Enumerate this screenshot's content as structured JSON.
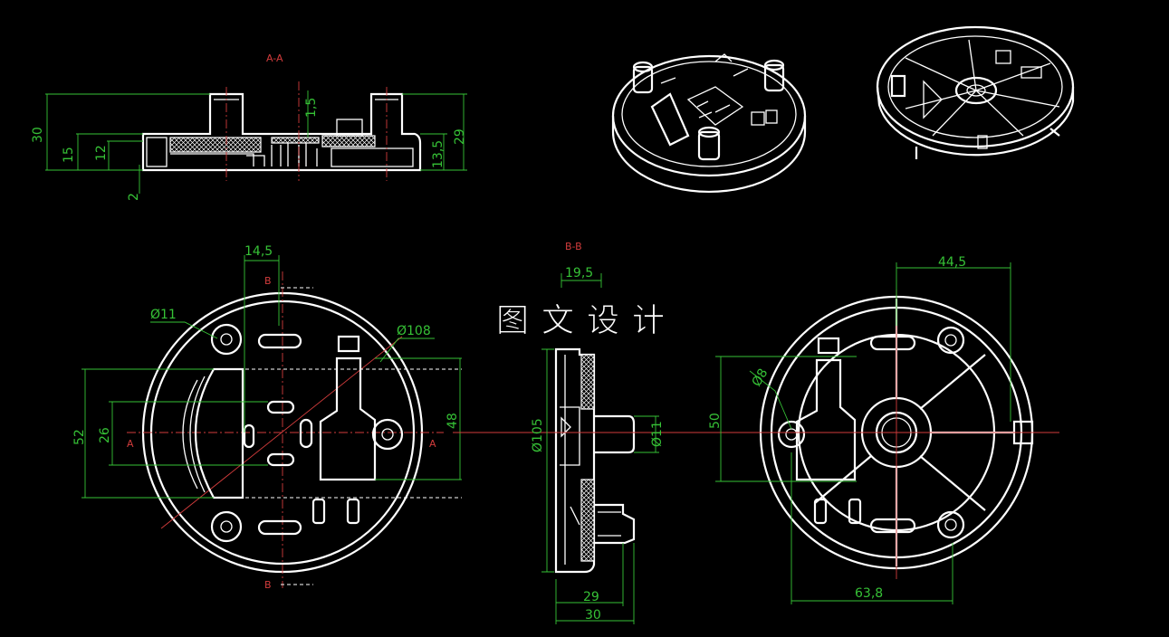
{
  "watermark": "图文设计",
  "section_labels": {
    "aa": "A-A",
    "bb": "B-B",
    "a_marker": "A",
    "b_marker": "B"
  },
  "dimensions": {
    "aa_height_30": "30",
    "aa_height_15": "15",
    "aa_height_12": "12",
    "aa_thk_2": "2",
    "aa_thk_1_5": "1,5",
    "aa_height_13_5": "13,5",
    "aa_height_29": "29",
    "front_14_5": "14,5",
    "front_dia_11": "Ø11",
    "front_dia_108": "Ø108",
    "front_52": "52",
    "front_26": "26",
    "front_48": "48",
    "bb_19_5": "19,5",
    "bb_dia_105": "Ø105",
    "bb_dia_11": "Ø11",
    "bb_29": "29",
    "bb_30": "30",
    "back_44_5": "44,5",
    "back_50": "50",
    "back_dia_8": "Ø8",
    "back_63_8": "63,8"
  },
  "colors": {
    "background": "#000000",
    "geometry": "#ffffff",
    "dimension": "#36c236",
    "centerline": "#d23c3c"
  }
}
